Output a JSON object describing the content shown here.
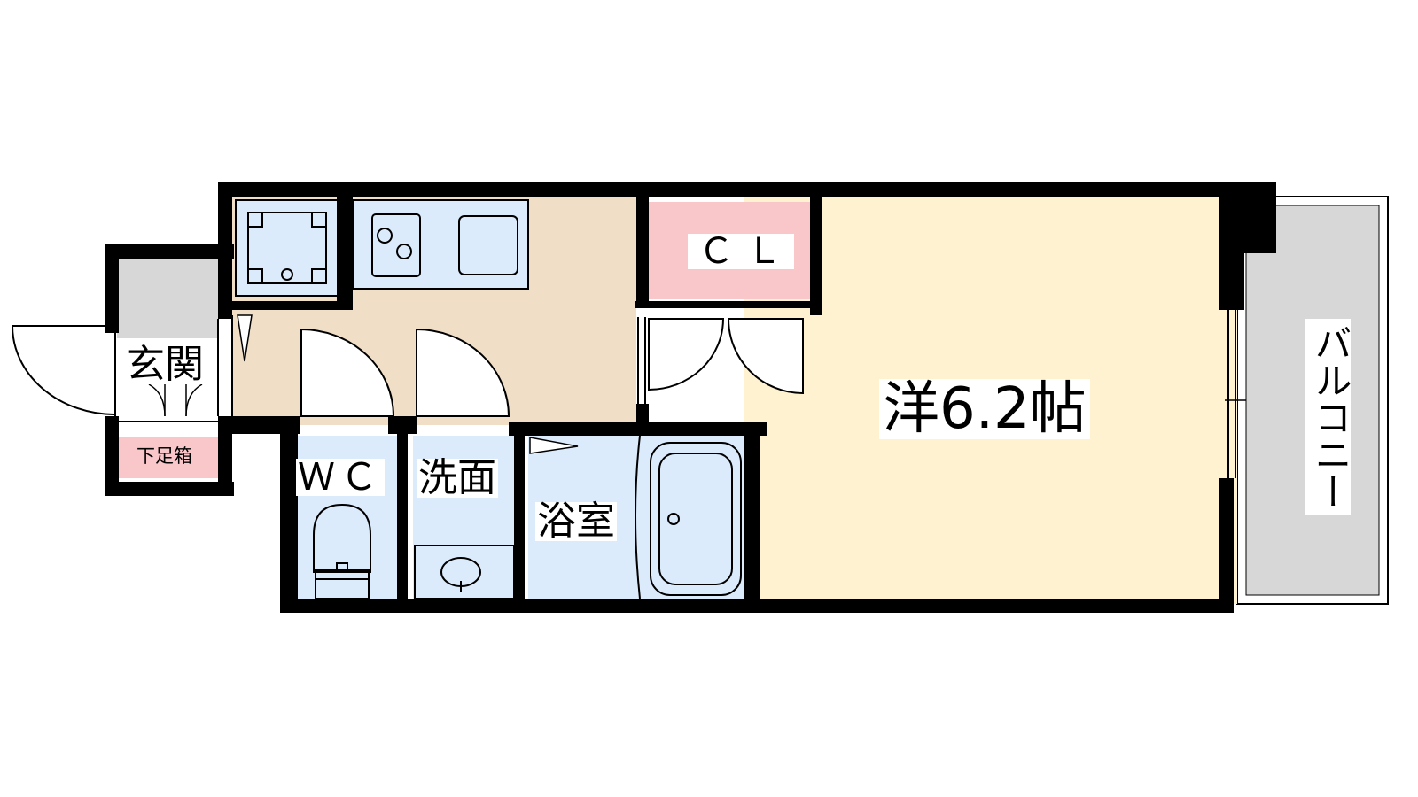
{
  "rooms": {
    "genkan": "玄関",
    "getabako": "下足箱",
    "wc": "ＷＣ",
    "senmen": "洗面",
    "yokushitsu": "浴室",
    "closet": "ＣＬ",
    "western_room": "洋6.2帖",
    "balcony": "バルコニー"
  },
  "colors": {
    "western_room": "#fff2d1",
    "kitchen_floor": "#f0dfc6",
    "wet_area": "#dbebfb",
    "closet": "#f9c6c9",
    "balcony": "#d7d7d7",
    "entry": "#d7d7d7",
    "wall": "#000000"
  }
}
